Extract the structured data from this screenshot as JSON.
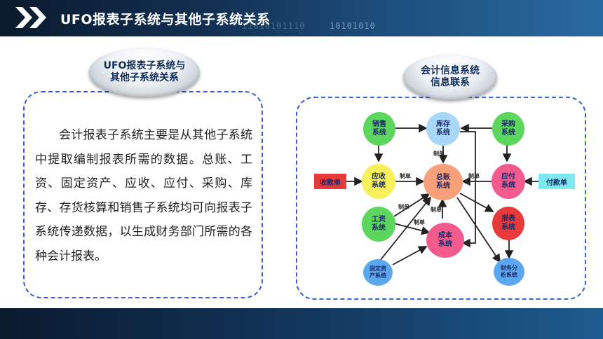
{
  "header": {
    "title": "UFO报表子系统与其他子系统关系",
    "binary_a": "11010101110",
    "binary_b": "10101010"
  },
  "left_badge": {
    "line1": "UFO报表子系统与",
    "line2": "其他子系统关系"
  },
  "right_badge": {
    "line1": "会计信息系统",
    "line2": "信息联系"
  },
  "body": {
    "paragraph": "会计报表子系统主要是从其他子系统中提取编制报表所需的数据。总账、工资、固定资产、应收、应付、采购、库存、存货核算和销售子系统均可向报表子系统传递数据，以生成财务部门所需的各种会计报表。"
  },
  "diagram": {
    "nodes": {
      "sales": {
        "line1": "销售",
        "line2": "系统"
      },
      "inventory": {
        "line1": "库存",
        "line2": "系统"
      },
      "purchase": {
        "line1": "采购",
        "line2": "系统"
      },
      "receivable": {
        "line1": "应收",
        "line2": "系统"
      },
      "ledger": {
        "line1": "总账",
        "line2": "系统"
      },
      "payable": {
        "line1": "应付",
        "line2": "系统"
      },
      "payroll": {
        "line1": "工资",
        "line2": "系统"
      },
      "report": {
        "line1": "报表",
        "line2": "系统"
      },
      "cost": {
        "line1": "成本",
        "line2": "系统"
      },
      "fixed_assets": {
        "line1": "固定资",
        "line2": "产系统"
      },
      "analysis": {
        "line1": "财务分",
        "line2": "析系统"
      }
    },
    "receipt": "收款单",
    "payment": "付款单",
    "edge_label": "制单",
    "colors": {
      "blue": "#5ba8f0",
      "green": "#5cd65c",
      "yellow": "#f7f05a",
      "salmon": "#f7a07a",
      "pink": "#f45a8c",
      "red": "#e83a3a",
      "cyan": "#7ee8f0",
      "light_blue": "#a8d8f8"
    }
  }
}
